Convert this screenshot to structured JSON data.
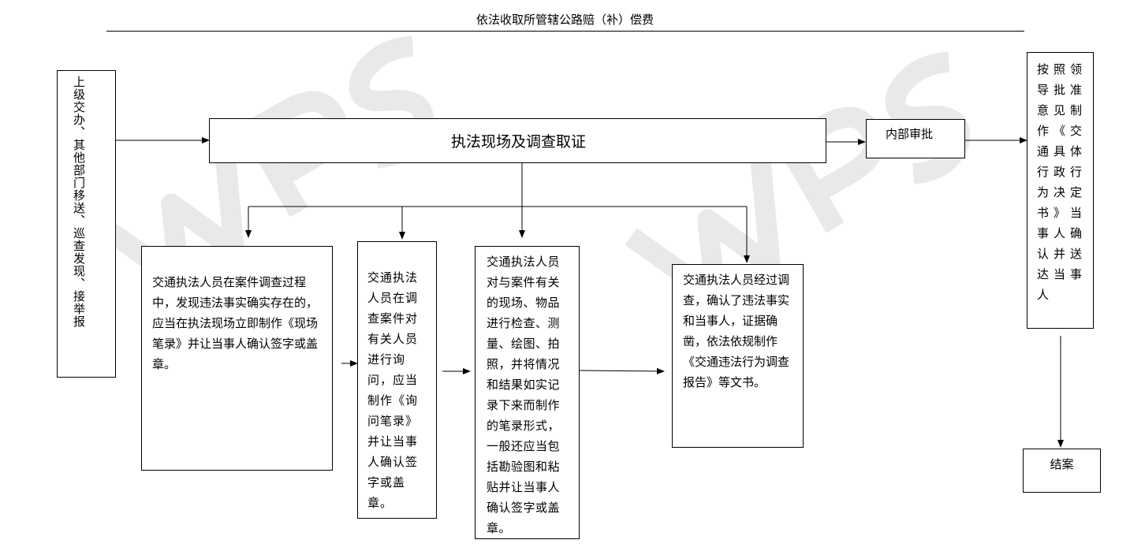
{
  "title": "依法收取所管辖公路赔（补）偿费",
  "watermark_text": "WPS",
  "source": "上级交办、其他部门移送、巡查发现、接举报",
  "main_step": "执法现场及调查取证",
  "approval": "内部审批",
  "decision": "按照领导批准意见制作《交通具体行政行为决定书》当事人确认并送达当事人",
  "close": "结案",
  "step1": "交通执法人员在案件调查过程中，发现违法事实确实存在的，应当在执法现场立即制作《现场笔录》并让当事人确认签字或盖章。",
  "step2": "交通执法人员在调查案件对有关人员进行询问，应当制作《询问笔录》并让当事人确认签字或盖章。",
  "step3": "交通执法人员对与案件有关的现场、物品进行检查、测量、绘图、拍照，并将情况和结果如实记录下来而制作的笔录形式，一般还应当包括勘验图和粘贴并让当事人确认签字或盖章。",
  "step4": "交通执法人员经过调查，确认了违法事实和当事人，证据确凿，依法依规制作《交通违法行为调查报告》等文书。"
}
